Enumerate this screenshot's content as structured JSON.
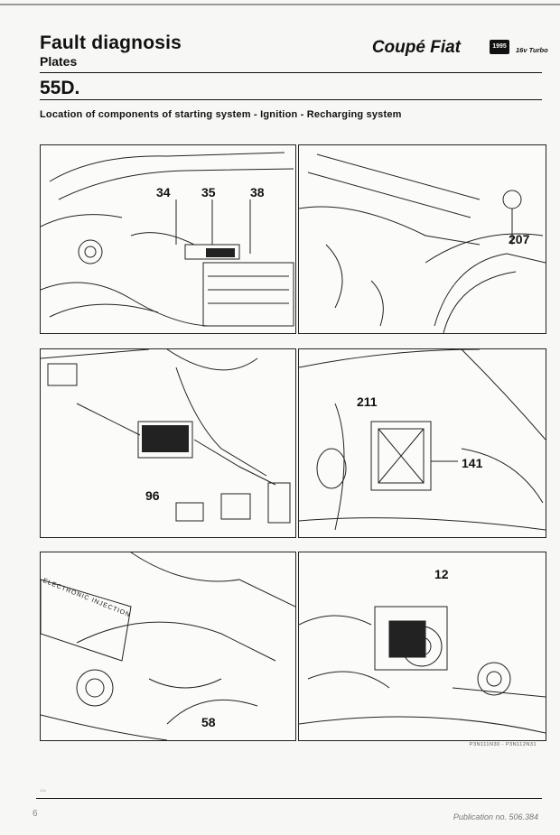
{
  "header": {
    "title": "Fault diagnosis",
    "subtitle": "Plates",
    "brand": "Coupé Fiat",
    "badge": "1995",
    "brand_sub": "16v Turbo"
  },
  "section": "55D.",
  "caption": "Location of components of starting system - Ignition - Recharging system",
  "panels": [
    {
      "callouts": [
        "34",
        "35",
        "38"
      ]
    },
    {
      "callouts": [
        "207"
      ]
    },
    {
      "callouts": [
        "96"
      ]
    },
    {
      "callouts": [
        "211",
        "141"
      ]
    },
    {
      "callouts": [
        "58"
      ],
      "inscription": "ELECTRONIC INJECTION"
    },
    {
      "callouts": [
        "12"
      ]
    }
  ],
  "footer": {
    "ref_code": "P3N111N30 - P3N112N31",
    "page_number": "6",
    "small_mark": "12a",
    "publication": "Publication no. 506.384"
  },
  "colors": {
    "ink": "#111111",
    "paper": "#f7f7f5"
  }
}
